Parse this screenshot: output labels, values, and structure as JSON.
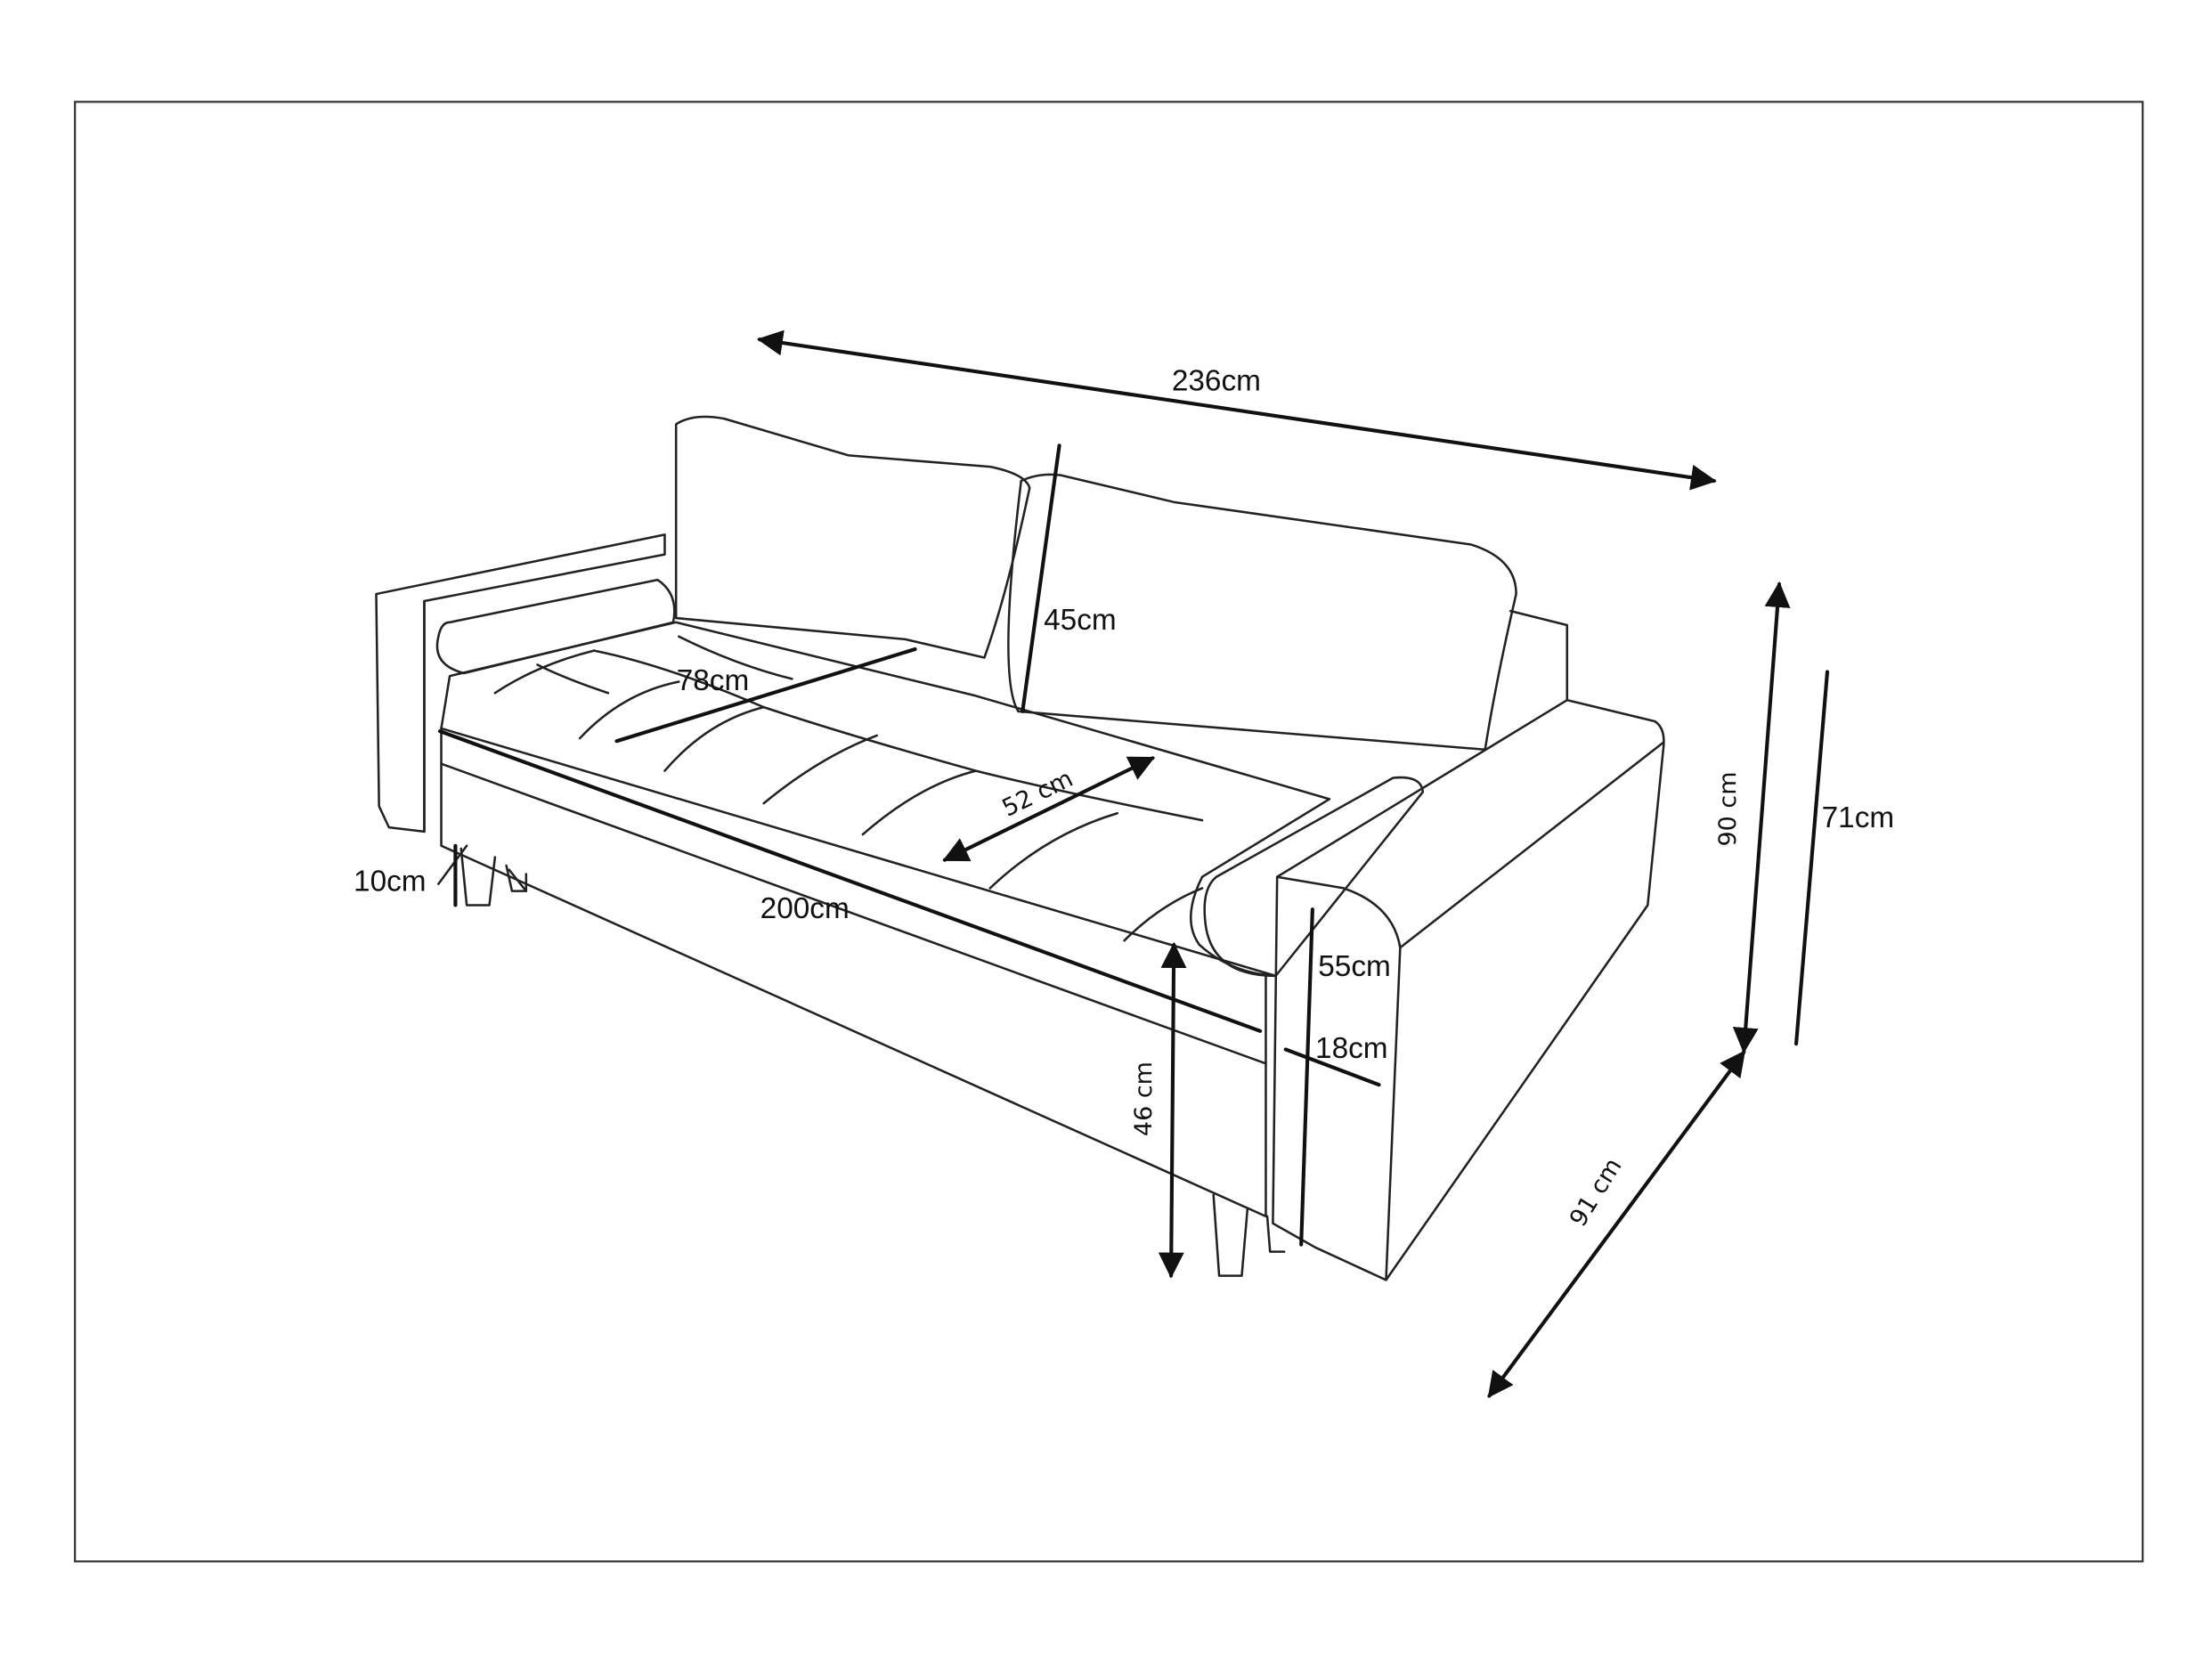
{
  "diagram": {
    "subject": "sofa-dimensions",
    "colors": {
      "line": "#222222",
      "background": "#ffffff"
    },
    "dimensions": {
      "total_width": "236cm",
      "back_cushion_height": "45cm",
      "seat_depth": "78cm",
      "leg_height": "10cm",
      "seat_width": "200cm",
      "cushion_depth": "52 cm",
      "arm_height": "55cm",
      "arm_width": "18cm",
      "seat_height": "46 cm",
      "total_height": "90 cm",
      "back_height": "71cm",
      "total_depth": "91 cm"
    }
  }
}
